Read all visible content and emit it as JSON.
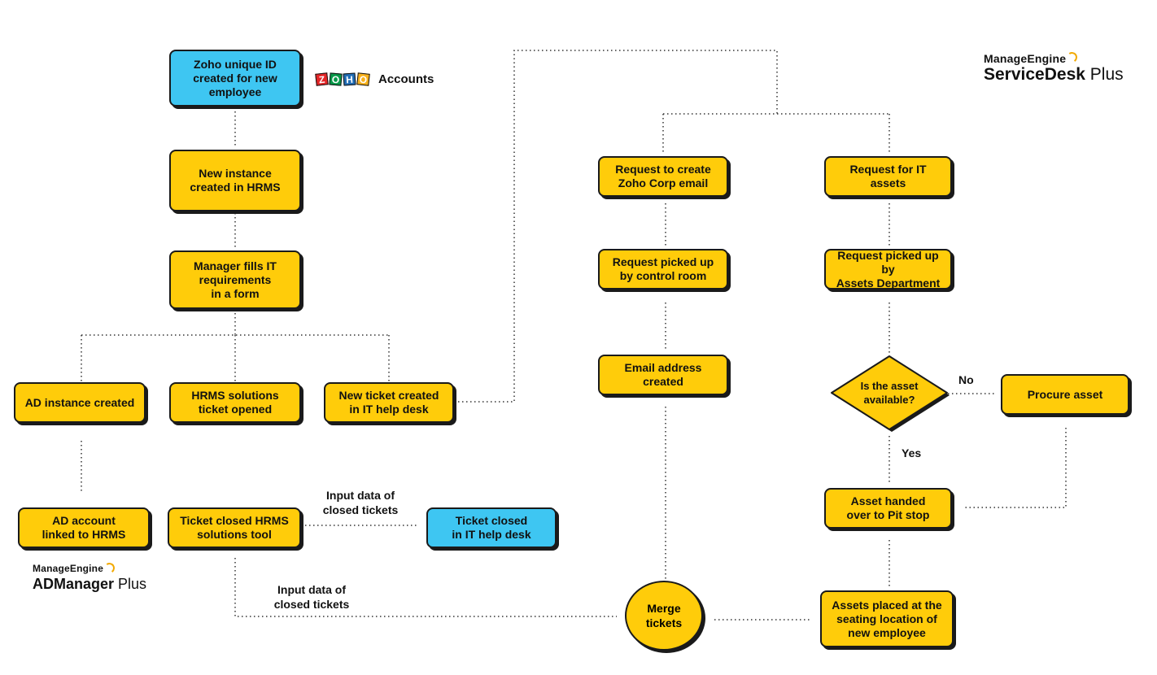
{
  "nodes": {
    "zoho_id": "Zoho unique ID\ncreated for new\nemployee",
    "hrms_instance": "New instance\ncreated in HRMS",
    "manager_form": "Manager fills IT\nrequirements\nin a form",
    "ad_instance": "AD instance created",
    "hrms_ticket": "HRMS solutions\nticket opened",
    "new_ticket": "New ticket created\nin IT help desk",
    "ad_linked": "AD account\nlinked to HRMS",
    "ticket_closed_hrms": "Ticket closed HRMS\nsolutions tool",
    "ticket_closed_it": "Ticket closed\nin IT help desk",
    "req_email": "Request to create\nZoho Corp email",
    "req_control": "Request picked up\nby control room",
    "email_created": "Email address\ncreated",
    "merge": "Merge\ntickets",
    "req_assets": "Request for IT\nassets",
    "req_assets_dept": "Request picked up by\nAssets Department",
    "asset_available": "Is the asset\navailable?",
    "procure": "Procure asset",
    "handed_over": "Asset handed\nover to Pit stop",
    "assets_placed": "Assets placed at the\nseating location of\nnew employee"
  },
  "labels": {
    "no": "No",
    "yes": "Yes",
    "input_data_1": "Input data of\nclosed tickets",
    "input_data_2": "Input data of\nclosed tickets"
  },
  "brands": {
    "zoho_letters": [
      "Z",
      "O",
      "H",
      "O"
    ],
    "zoho_colors": [
      "#e42527",
      "#089949",
      "#226db4",
      "#f9b21d"
    ],
    "zoho_accounts": "Accounts",
    "sdp_small": "ManageEngine",
    "sdp_bold": "ServiceDesk",
    "sdp_rest": " Plus",
    "adm_small": "ManageEngine",
    "adm_bold": "ADManager",
    "adm_rest": " Plus"
  },
  "colors": {
    "node_yellow": "#ffcc0a",
    "node_blue": "#3ec6f2",
    "connector": "#333333"
  }
}
